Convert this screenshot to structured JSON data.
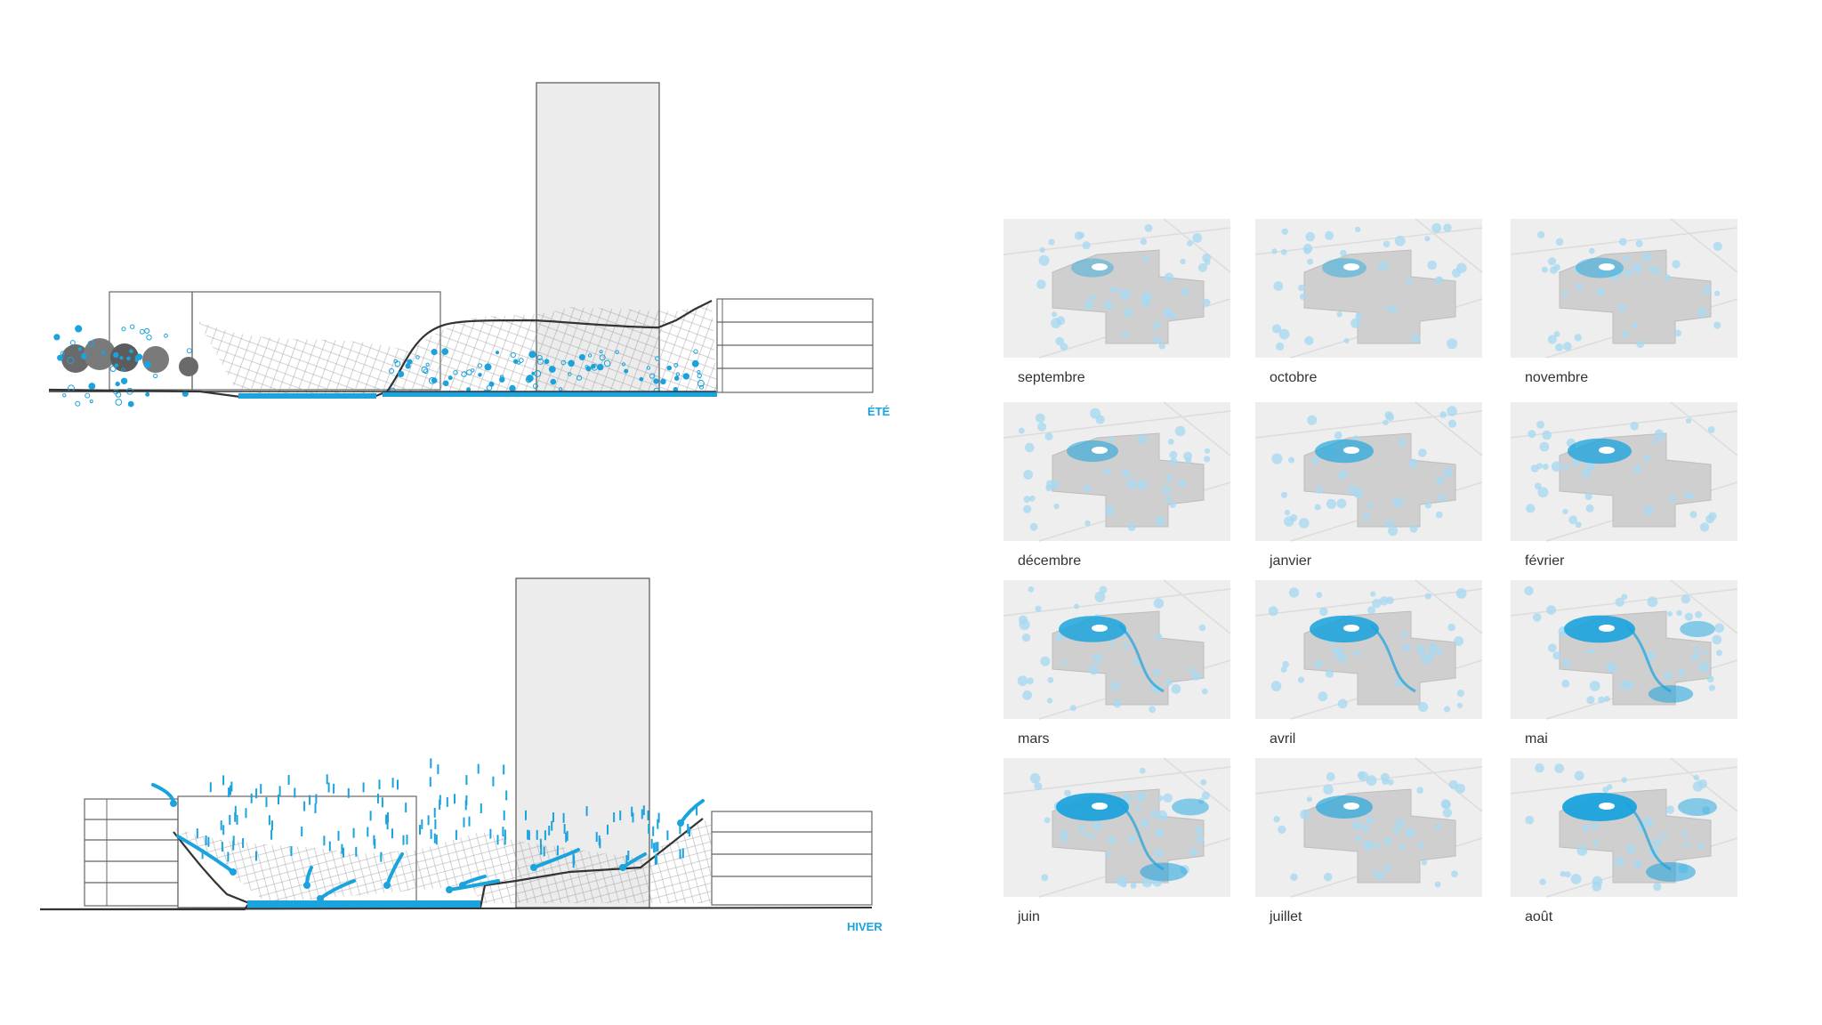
{
  "colors": {
    "water": "#1aa3dd",
    "water_light": "#a8d8f0",
    "line": "#444444",
    "grey_fill": "#ececec",
    "map_bg": "#eeeeee"
  },
  "sections": {
    "summer_label": "ÉTÉ",
    "winter_label": "HIVER"
  },
  "months": [
    {
      "label": "septembre",
      "water_level": 0.1
    },
    {
      "label": "octobre",
      "water_level": 0.15
    },
    {
      "label": "novembre",
      "water_level": 0.25
    },
    {
      "label": "décembre",
      "water_level": 0.35
    },
    {
      "label": "janvier",
      "water_level": 0.55
    },
    {
      "label": "février",
      "water_level": 0.7
    },
    {
      "label": "mars",
      "water_level": 0.8
    },
    {
      "label": "avril",
      "water_level": 0.85
    },
    {
      "label": "mai",
      "water_level": 0.9
    },
    {
      "label": "juin",
      "water_level": 0.95
    },
    {
      "label": "juillet",
      "water_level": 0.5
    },
    {
      "label": "août",
      "water_level": 1.0
    }
  ]
}
